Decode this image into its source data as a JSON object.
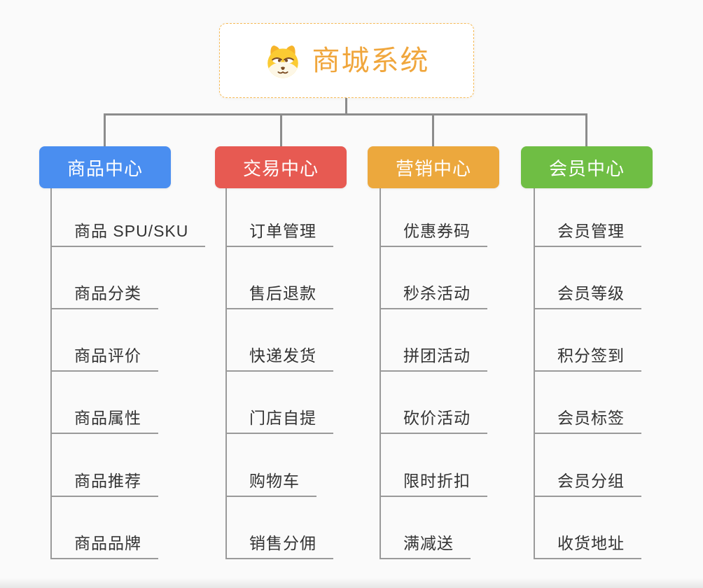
{
  "root": {
    "title": "商城系统",
    "title_color": "#f0a63c",
    "border_color": "#f6ba55",
    "icon": "dog-face-icon"
  },
  "connector_color": "#8c8c8c",
  "branches": [
    {
      "label": "商品中心",
      "color": "#4a8ef0",
      "items": [
        "商品 SPU/SKU",
        "商品分类",
        "商品评价",
        "商品属性",
        "商品推荐",
        "商品品牌"
      ]
    },
    {
      "label": "交易中心",
      "color": "#e75a52",
      "items": [
        "订单管理",
        "售后退款",
        "快递发货",
        "门店自提",
        "购物车",
        "销售分佣"
      ]
    },
    {
      "label": "营销中心",
      "color": "#eca83d",
      "items": [
        "优惠券码",
        "秒杀活动",
        "拼团活动",
        "砍价活动",
        "限时折扣",
        "满减送"
      ]
    },
    {
      "label": "会员中心",
      "color": "#6fbe44",
      "items": [
        "会员管理",
        "会员等级",
        "积分签到",
        "会员标签",
        "会员分组",
        "收货地址"
      ]
    }
  ]
}
